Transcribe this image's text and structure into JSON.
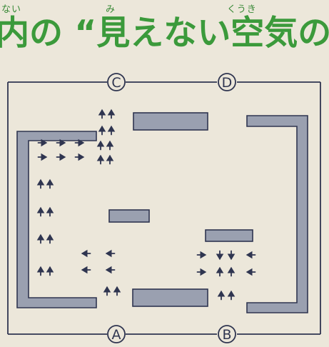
{
  "heading": {
    "text": "内の “見えない空気の",
    "furigana": [
      {
        "text": "ない",
        "target": "内"
      },
      {
        "text": "み",
        "target": "見"
      },
      {
        "text": "くうき",
        "target": "空気"
      }
    ]
  },
  "map": {
    "gates": [
      {
        "id": "C",
        "label": "C"
      },
      {
        "id": "D",
        "label": "D"
      },
      {
        "id": "A",
        "label": "A"
      },
      {
        "id": "B",
        "label": "B"
      }
    ],
    "colors": {
      "wall": "#9aa0b0",
      "outline": "#2f3550",
      "title": "#3b9a3b",
      "background": "#ece7da"
    },
    "arrow_direction_icons": [
      "up-arrow-icon",
      "right-arrow-icon",
      "left-arrow-icon",
      "down-arrow-icon"
    ]
  }
}
